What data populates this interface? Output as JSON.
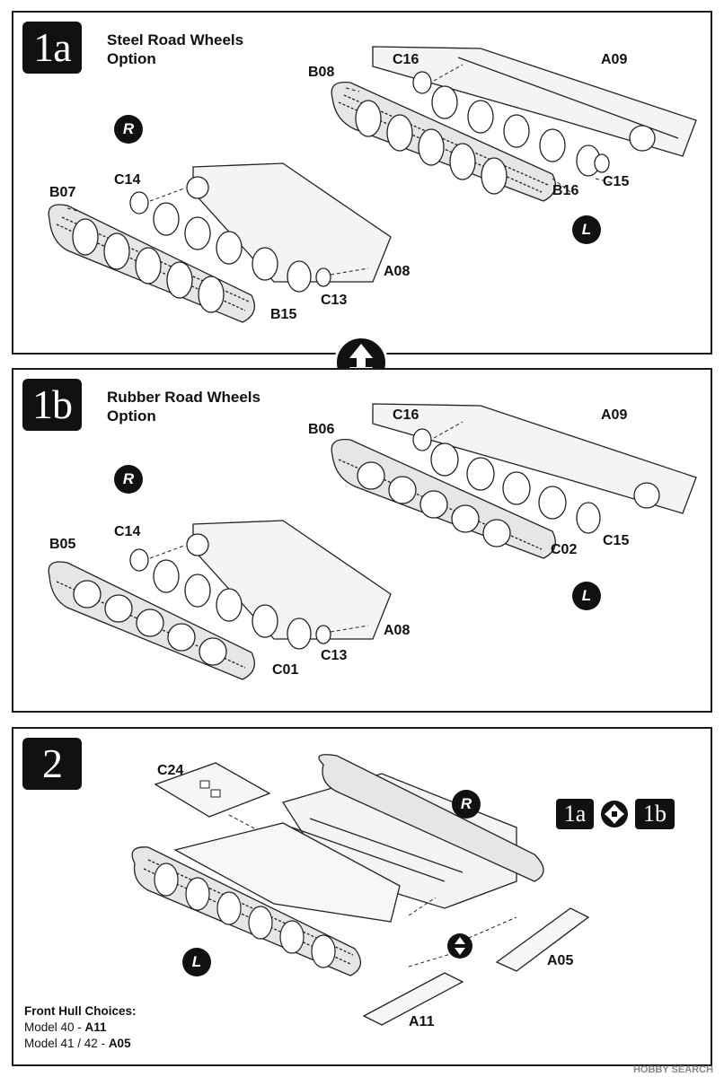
{
  "step_1a": {
    "number": "1a",
    "title_line1": "Steel Road Wheels",
    "title_line2": "Option",
    "right_badge": "R",
    "left_badge": "L",
    "labels": {
      "b08": "B08",
      "c16": "C16",
      "a09": "A09",
      "b16": "B16",
      "c15": "C15",
      "b07": "B07",
      "c14": "C14",
      "a08": "A08",
      "c13": "C13",
      "b15": "B15"
    }
  },
  "step_1b": {
    "number": "1b",
    "title_line1": "Rubber Road Wheels",
    "title_line2": "Option",
    "right_badge": "R",
    "left_badge": "L",
    "labels": {
      "b06": "B06",
      "c16": "C16",
      "a09": "A09",
      "c02": "C02",
      "c15": "C15",
      "b05": "B05",
      "c14": "C14",
      "a08": "A08",
      "c13": "C13",
      "c01": "C01"
    }
  },
  "step_2": {
    "number": "2",
    "right_badge": "R",
    "left_badge": "L",
    "ref_a": "1a",
    "ref_b": "1b",
    "labels": {
      "c24": "C24",
      "a05": "A05",
      "a11": "A11"
    },
    "front_hull": {
      "heading": "Front Hull Choices:",
      "model40": "Model 40 - ",
      "model40_part": "A11",
      "model41": "Model 41 / 42 - ",
      "model41_part": "A05"
    }
  },
  "watermark": "HOBBY SEARCH",
  "icons": [
    "alternative-arrows-icon",
    "alternative-icon",
    "track-assembly-drawing"
  ]
}
